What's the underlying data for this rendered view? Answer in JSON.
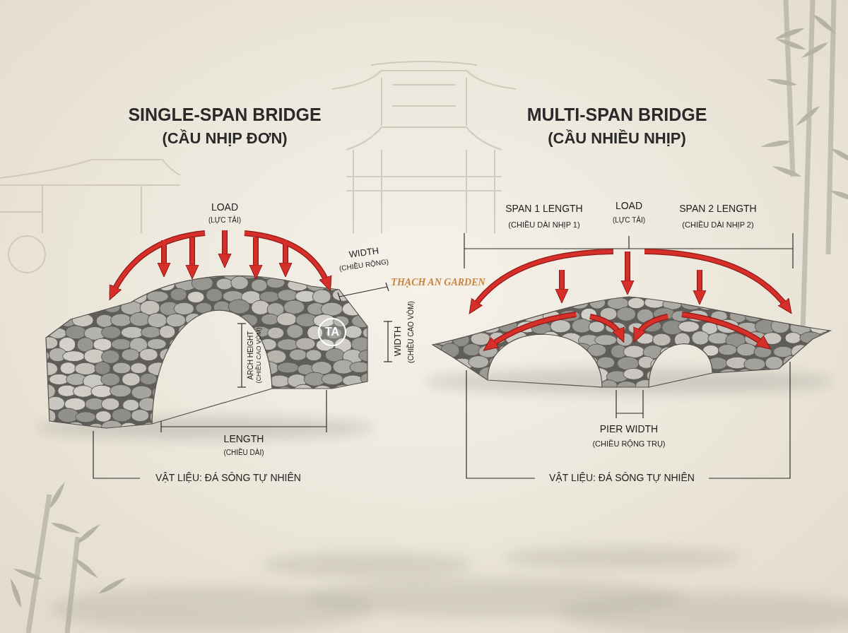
{
  "diagram": {
    "labels": [
      "SINGLE-SPAN BRIDGE",
      "(CẦU NHỊP ĐƠN)",
      "MULTI-SPAN BRIDGE",
      "(CẦU NHIỀU NHỊP)",
      "LOAD",
      "(LỰC TẢI)",
      "WIDTH",
      "(CHIỀU RỘNG)",
      "ARCH HEIGHT",
      "(CHIỀU CAO VÒM)",
      "WIDTH",
      "(CHIỀU CAO VÒM)",
      "LENGTH",
      "(CHIỀU DÀI)",
      "VẬT LIỆU: ĐÁ SÔNG TỰ NHIÊN",
      "SPAN 1 LENGTH",
      "(CHIỀU DÀI NHỊP 1)",
      "LOAD",
      "(LỰC TẢI)",
      "SPAN 2 LENGTH",
      "(CHIỀU DÀI NHỊP 2)",
      "PIER WIDTH",
      "(CHIỀU RỘNG TRỤ)",
      "VẬT LIỆU: ĐÁ SÔNG TỰ NHIÊN",
      "TA",
      "THẠCH AN GARDEN"
    ]
  }
}
